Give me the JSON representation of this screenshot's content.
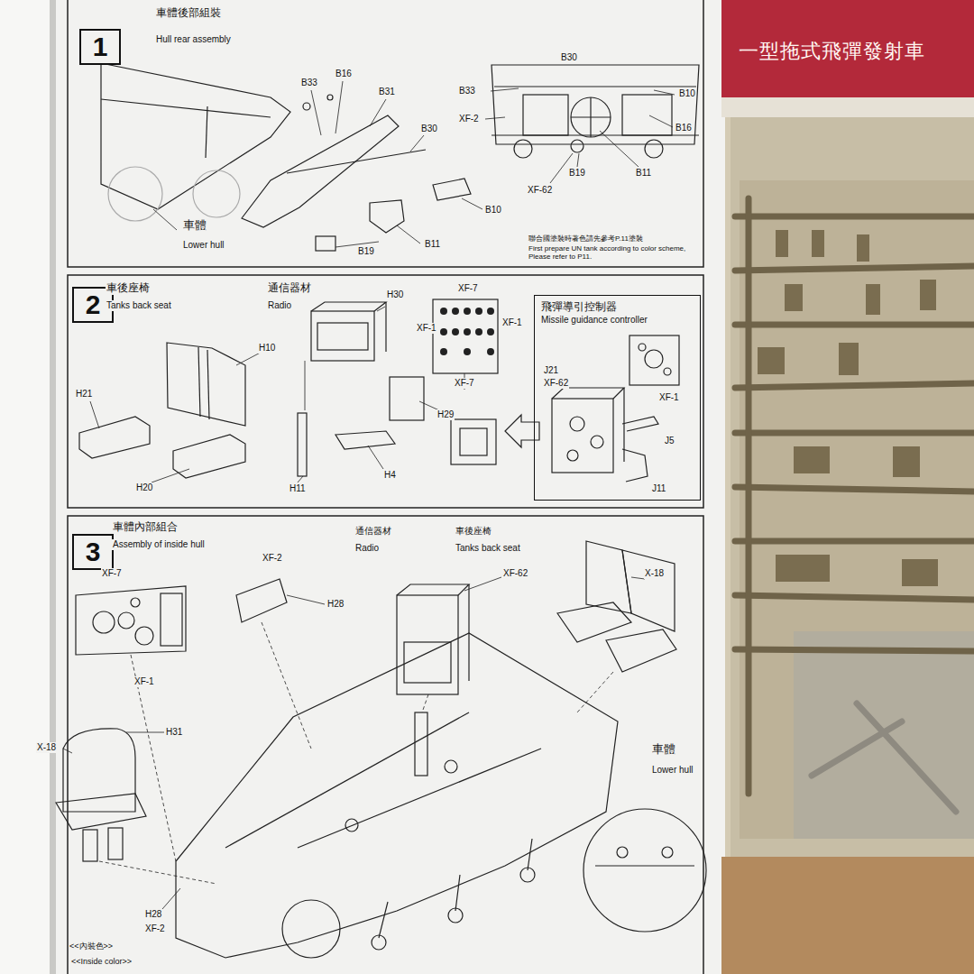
{
  "diagram": {
    "nodes": [
      {
        "text": [
          "1"
        ]
      },
      {
        "text": [
          "聯合國塗裝時著色請先參考P.11塗裝",
          "First prepare UN tank according to color scheme, Please refer to P11."
        ]
      },
      {
        "text": [
          "2"
        ]
      },
      {
        "text": [
          "飛彈導引控制器",
          "Missile guidance controller"
        ]
      },
      {
        "text": [
          "3"
        ]
      }
    ],
    "labels": [
      "車體後部組裝",
      "Hull rear assembly",
      "B33",
      "B16",
      "B31",
      "B30",
      "車體",
      "Lower hull",
      "B19",
      "B11",
      "B10",
      "B30",
      "B33",
      "XF-2",
      "B10",
      "B16",
      "XF-62",
      "B19",
      "B11",
      "車後座椅",
      "Tanks back seat",
      "H10",
      "H21",
      "H20",
      "通信器材",
      "Radio",
      "H30",
      "XF-7",
      "XF-1",
      "XF-1",
      "XF-7",
      "H29",
      "H11",
      "H4",
      "J21",
      "XF-62",
      "XF-1",
      "J5",
      "J11",
      "車體內部組合",
      "Assembly of inside hull",
      "XF-7",
      "XF-1",
      "XF-2",
      "H28",
      "通信器材",
      "Radio",
      "車後座椅",
      "Tanks back seat",
      "XF-62",
      "X-18",
      "H31",
      "X-18",
      "車體",
      "Lower hull",
      "H28",
      "XF-2",
      "<<內裝色>>",
      "<<Inside color>>",
      "一型拖式飛彈發射車"
    ]
  }
}
